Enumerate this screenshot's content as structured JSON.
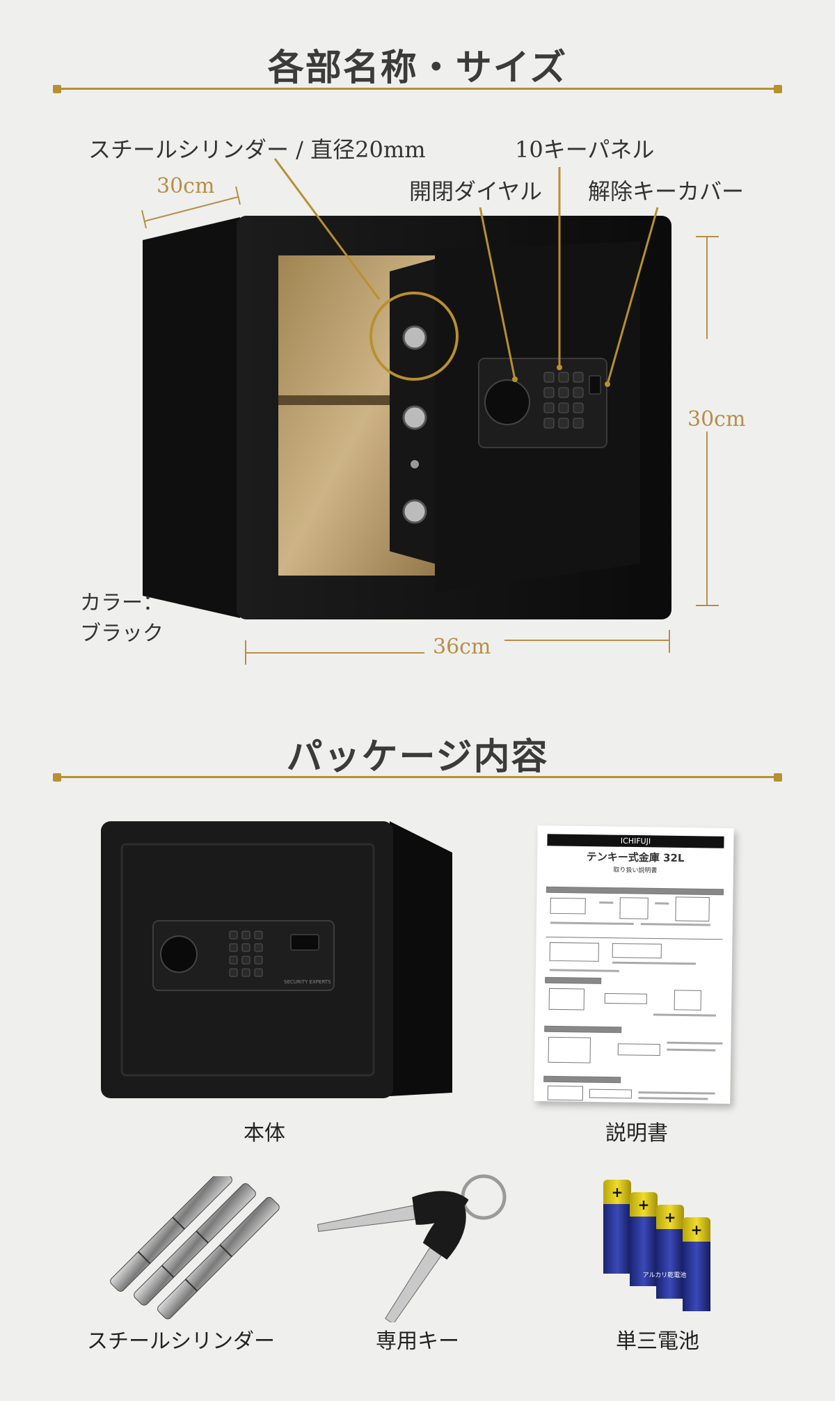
{
  "section1": {
    "title": "各部名称・サイズ",
    "callouts": {
      "cylinder": "スチールシリンダー / 直径20mm",
      "keypad": "10キーパネル",
      "dial": "開閉ダイヤル",
      "cover": "解除キーカバー"
    },
    "dimensions": {
      "depth": "30cm",
      "height": "30cm",
      "width": "36cm"
    },
    "color_label": [
      "カラー：",
      "ブラック"
    ],
    "panel_brand": "SECURITY EXPERTS"
  },
  "section2": {
    "title": "パッケージ内容",
    "items": {
      "body": "本体",
      "manual": "説明書",
      "cylinders": "スチールシリンダー",
      "key": "専用キー",
      "batteries": "単三電池"
    },
    "manual": {
      "brand": "ICHIFUJI",
      "title": "テンキー式金庫 32L",
      "subtitle": "取り扱い説明書"
    },
    "battery_text": "アルカリ乾電池"
  },
  "colors": {
    "gold": "#b8902f",
    "dim_text": "#b58f47",
    "background": "#efefed",
    "safe_black": "#141414"
  }
}
